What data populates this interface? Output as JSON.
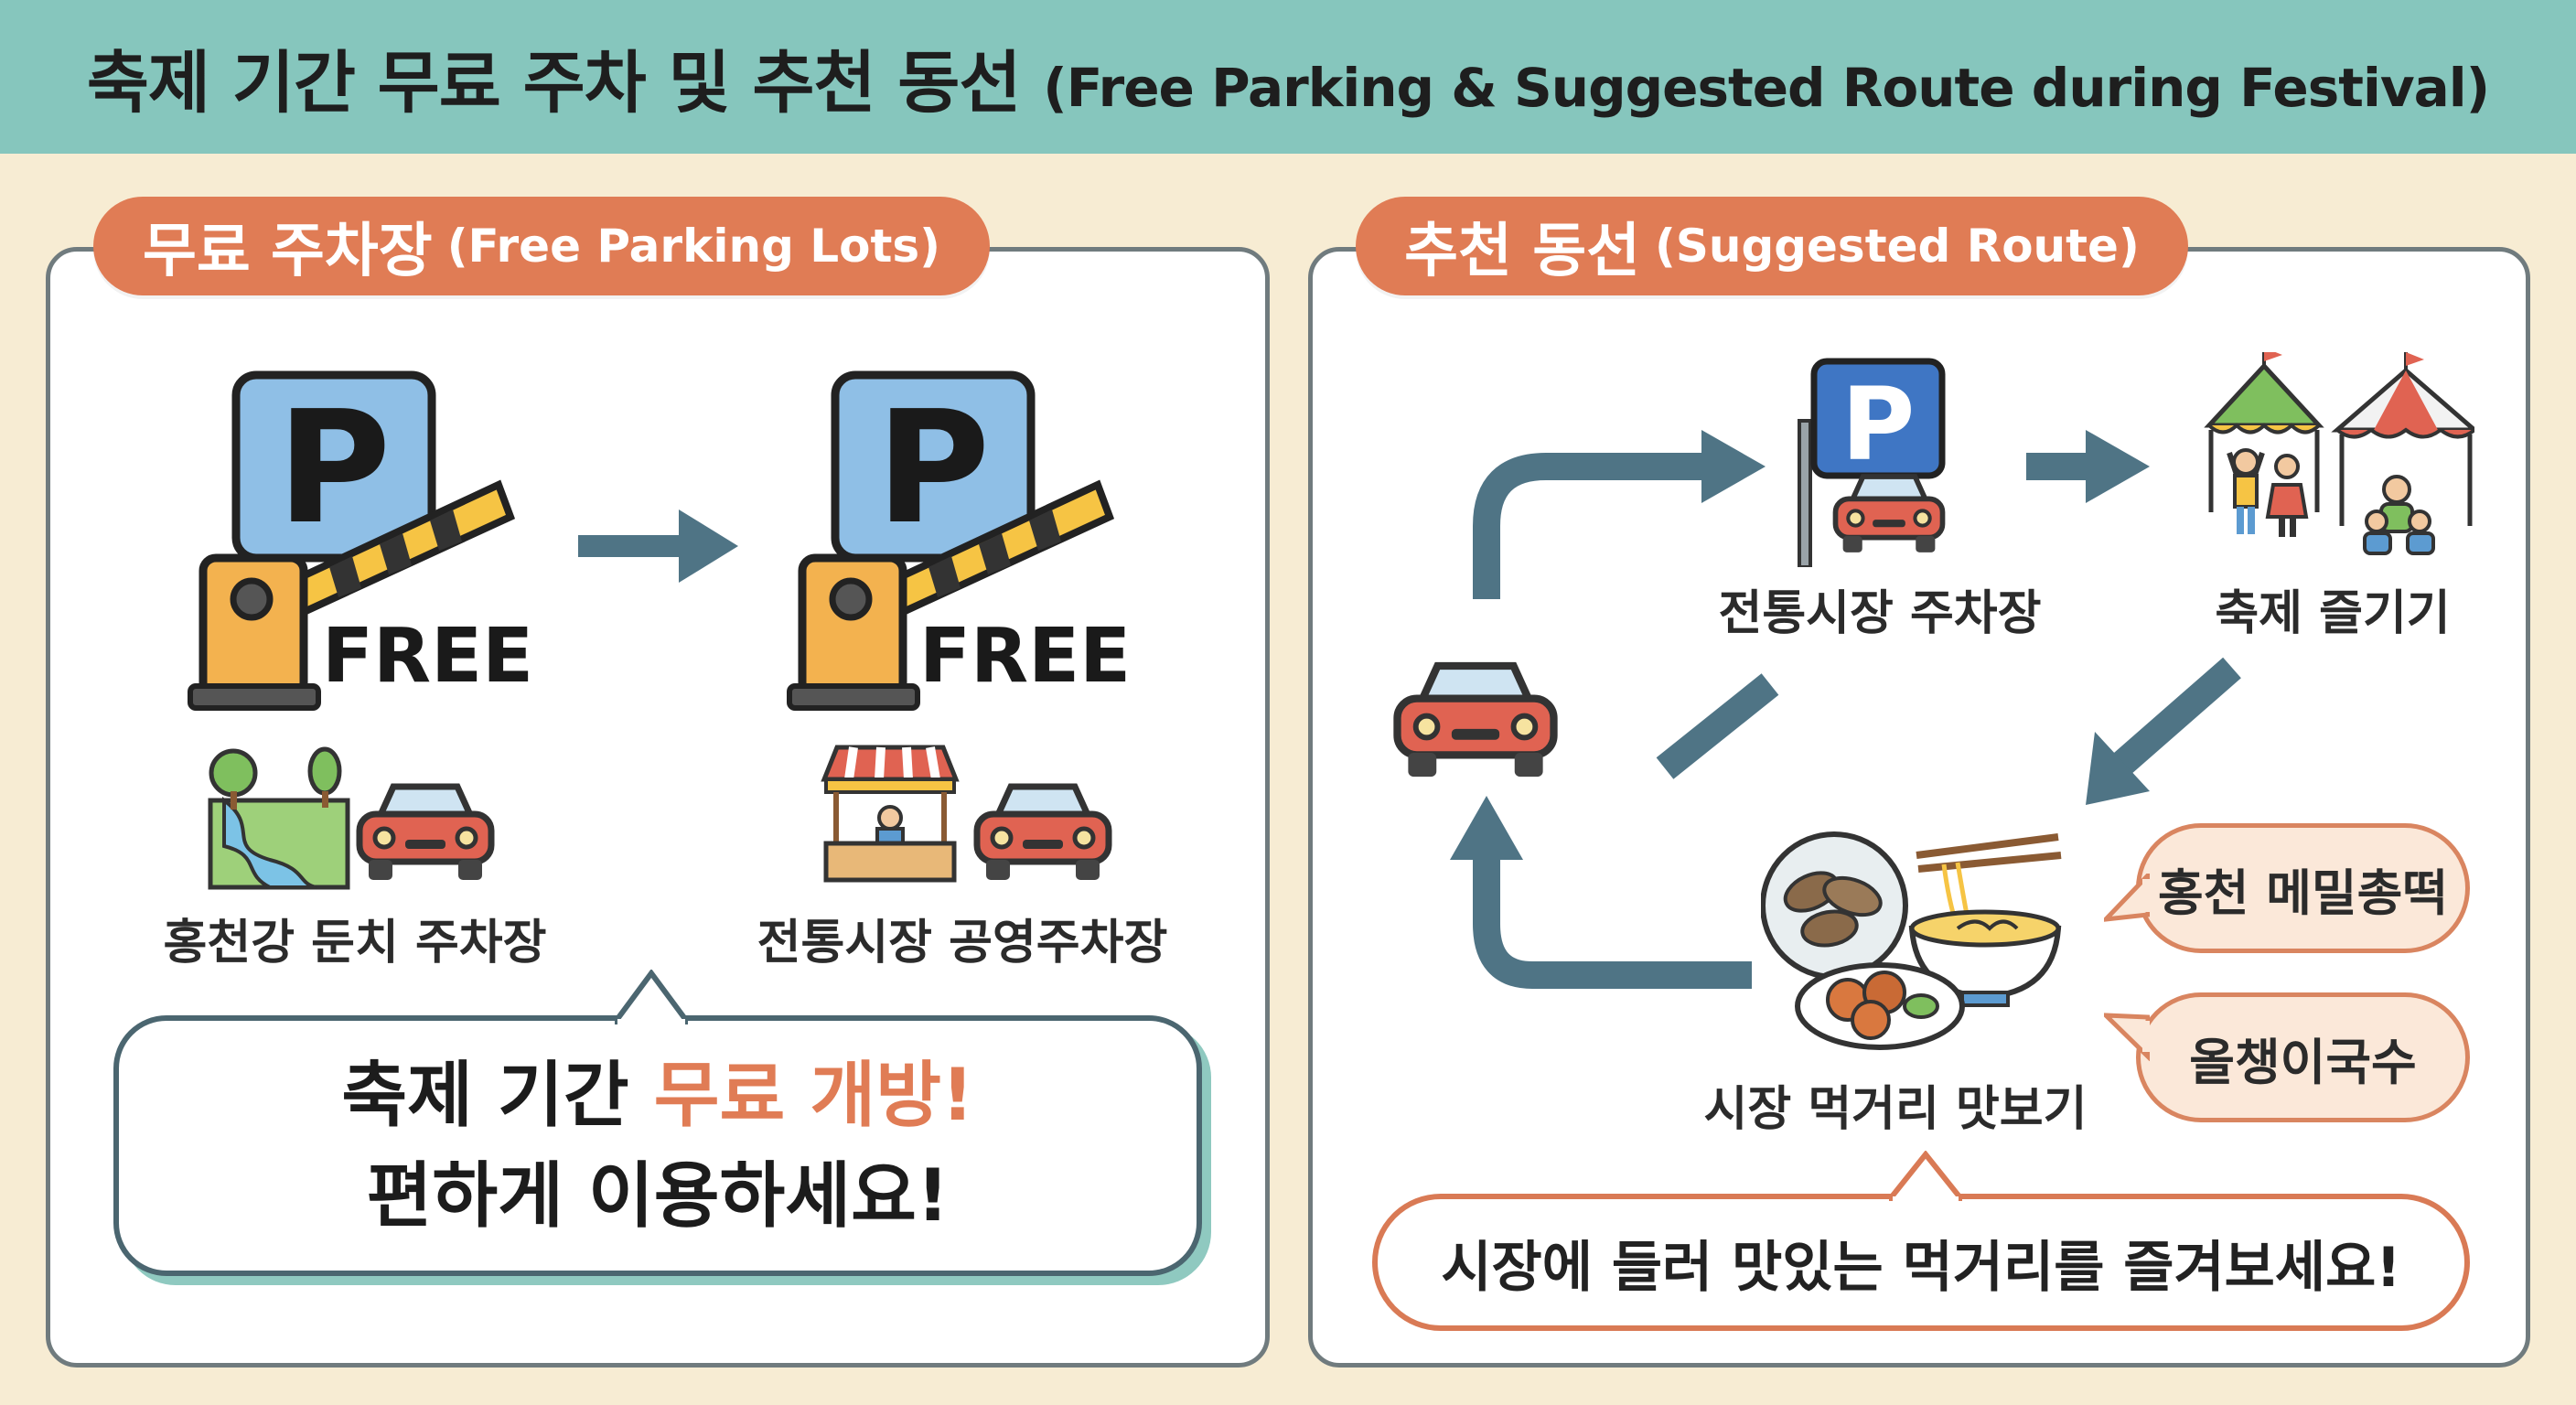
{
  "header": {
    "title_ko": "축제 기간 무료 주차 및 추천 동선",
    "title_en": "(Free Parking & Suggested Route during Festival)"
  },
  "left_panel": {
    "tab_ko": "무료 주차장",
    "tab_en": "(Free Parking Lots)",
    "lots": [
      {
        "badge": "FREE",
        "name": "홍천강 둔치 주차장"
      },
      {
        "badge": "FREE",
        "name": "전통시장 공영주차장"
      }
    ],
    "callout": {
      "line1_prefix": "축제 기간 ",
      "line1_highlight": "무료 개방!",
      "line2": "편하게 이용하세요!"
    }
  },
  "right_panel": {
    "tab_ko": "추천 동선",
    "tab_en": "(Suggested Route)",
    "steps": [
      {
        "label": "전통시장 주차장"
      },
      {
        "label": "축제 즐기기"
      },
      {
        "label": "시장 먹거리 맛보기"
      }
    ],
    "foods": [
      "홍천 메밀총떡",
      "올챙이국수"
    ],
    "message": "시장에 들러 맛있는 먹거리를 즐겨보세요!"
  },
  "colors": {
    "header_bg": "#86c6bd",
    "accent": "#e07c55",
    "arrow": "#4f7485",
    "parking_sign": "#8fbfe6",
    "car": "#e06352"
  }
}
